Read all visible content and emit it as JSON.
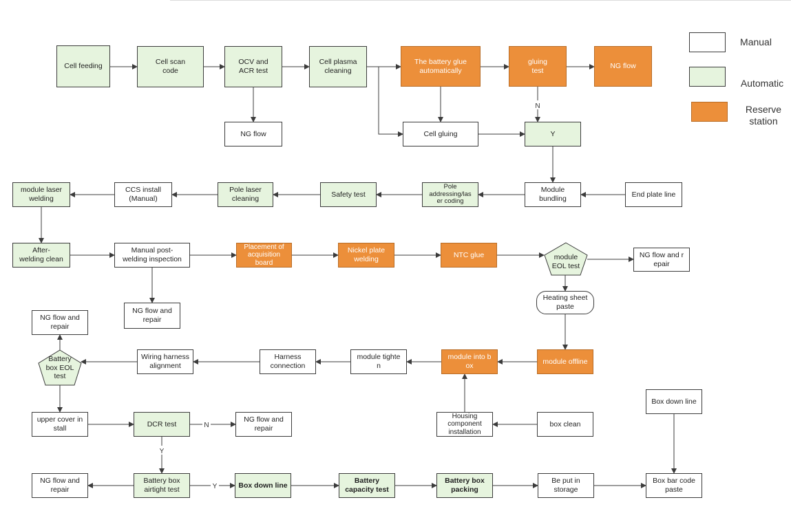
{
  "legend": {
    "manual": "Manual",
    "automatic": "Automatic",
    "reserve": "Reserve\nstation"
  },
  "nodes": {
    "cell_feeding": "Cell feeding",
    "cell_scan_code": "Cell scan\ncode",
    "ocv_acr_test": "OCV and\nACR test",
    "cell_plasma_cleaning": "Cell plasma\ncleaning",
    "battery_glue_auto": "The battery glue\nautomatically",
    "gluing_test": "gluing\ntest",
    "ng_flow_top": "NG flow",
    "ng_flow_ocv": "NG flow",
    "cell_gluing": "Cell gluing",
    "y_box": "Y",
    "module_bundling": "Module\nbundling",
    "end_plate_line": "End plate line",
    "pole_addressing": "Pole\naddressing/las\ner coding",
    "safety_test": "Safety test",
    "pole_laser_cleaning": "Pole laser\ncleaning",
    "ccs_install": "CCS install\n(Manual)",
    "module_laser_welding": "module laser\nwelding",
    "after_welding_clean": "After-\nwelding clean",
    "manual_post_welding": "Manual post-\nwelding inspection",
    "placement_acq_board": "Placement of\nacquisition\nboard",
    "nickel_plate_welding": "Nickel plate\nwelding",
    "ntc_glue": "NTC glue",
    "module_eol_test": "module\nEOL test",
    "ng_flow_repair_eol": "NG flow and r\nepair",
    "ng_flow_repair_post": "NG flow and\nrepair",
    "heating_sheet_paste": "Heating sheet\npaste",
    "module_offline": "module offline",
    "module_into_box": "module into b\nox",
    "module_tighten": "module tighte\nn",
    "harness_connection": "Harness\nconnection",
    "wiring_harness_alignment": "Wiring harness\nalignment",
    "battery_box_eol_test": "Battery\nbox EOL\ntest",
    "ng_flow_repair_box_eol": "NG flow and\nrepair",
    "housing_component_install": "Housing\ncomponent\ninstallation",
    "box_clean": "box clean",
    "upper_cover_install": "upper cover in\nstall",
    "dcr_test": "DCR test",
    "ng_flow_repair_dcr": "NG flow and\nrepair",
    "box_down_line_top": "Box down line",
    "ng_flow_repair_airtight": "NG flow and\nrepair",
    "battery_box_airtight_test": "Battery box\nairtight test",
    "box_down_line_bottom": "Box down line",
    "battery_capacity_test": "Battery\ncapacity test",
    "battery_box_packing": "Battery box\npacking",
    "be_put_in_storage": "Be put in\nstorage",
    "box_bar_code_paste": "Box bar code\npaste"
  },
  "edge_labels": {
    "gluing_n": "N",
    "dcr_n": "N",
    "dcr_y": "Y",
    "airtight_y": "Y"
  },
  "colors": {
    "manual_fill": "#ffffff",
    "automatic_fill": "#e6f4de",
    "reserve_fill": "#ec8f3a",
    "line": "#3b3b3b"
  }
}
